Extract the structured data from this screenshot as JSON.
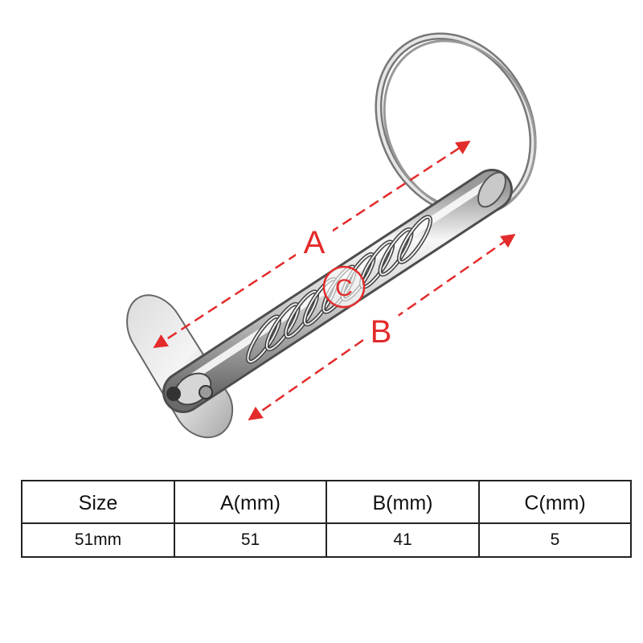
{
  "diagram": {
    "labels": {
      "a": "A",
      "b": "B",
      "c": "C"
    },
    "colors": {
      "dimension": "#e32b2b",
      "metal_light": "#f2f2f2",
      "metal_mid": "#bcbcbc",
      "metal_dark": "#555555"
    }
  },
  "table": {
    "headers": [
      "Size",
      "A(mm)",
      "B(mm)",
      "C(mm)"
    ],
    "rows": [
      [
        "51mm",
        "51",
        "41",
        "5"
      ]
    ]
  }
}
